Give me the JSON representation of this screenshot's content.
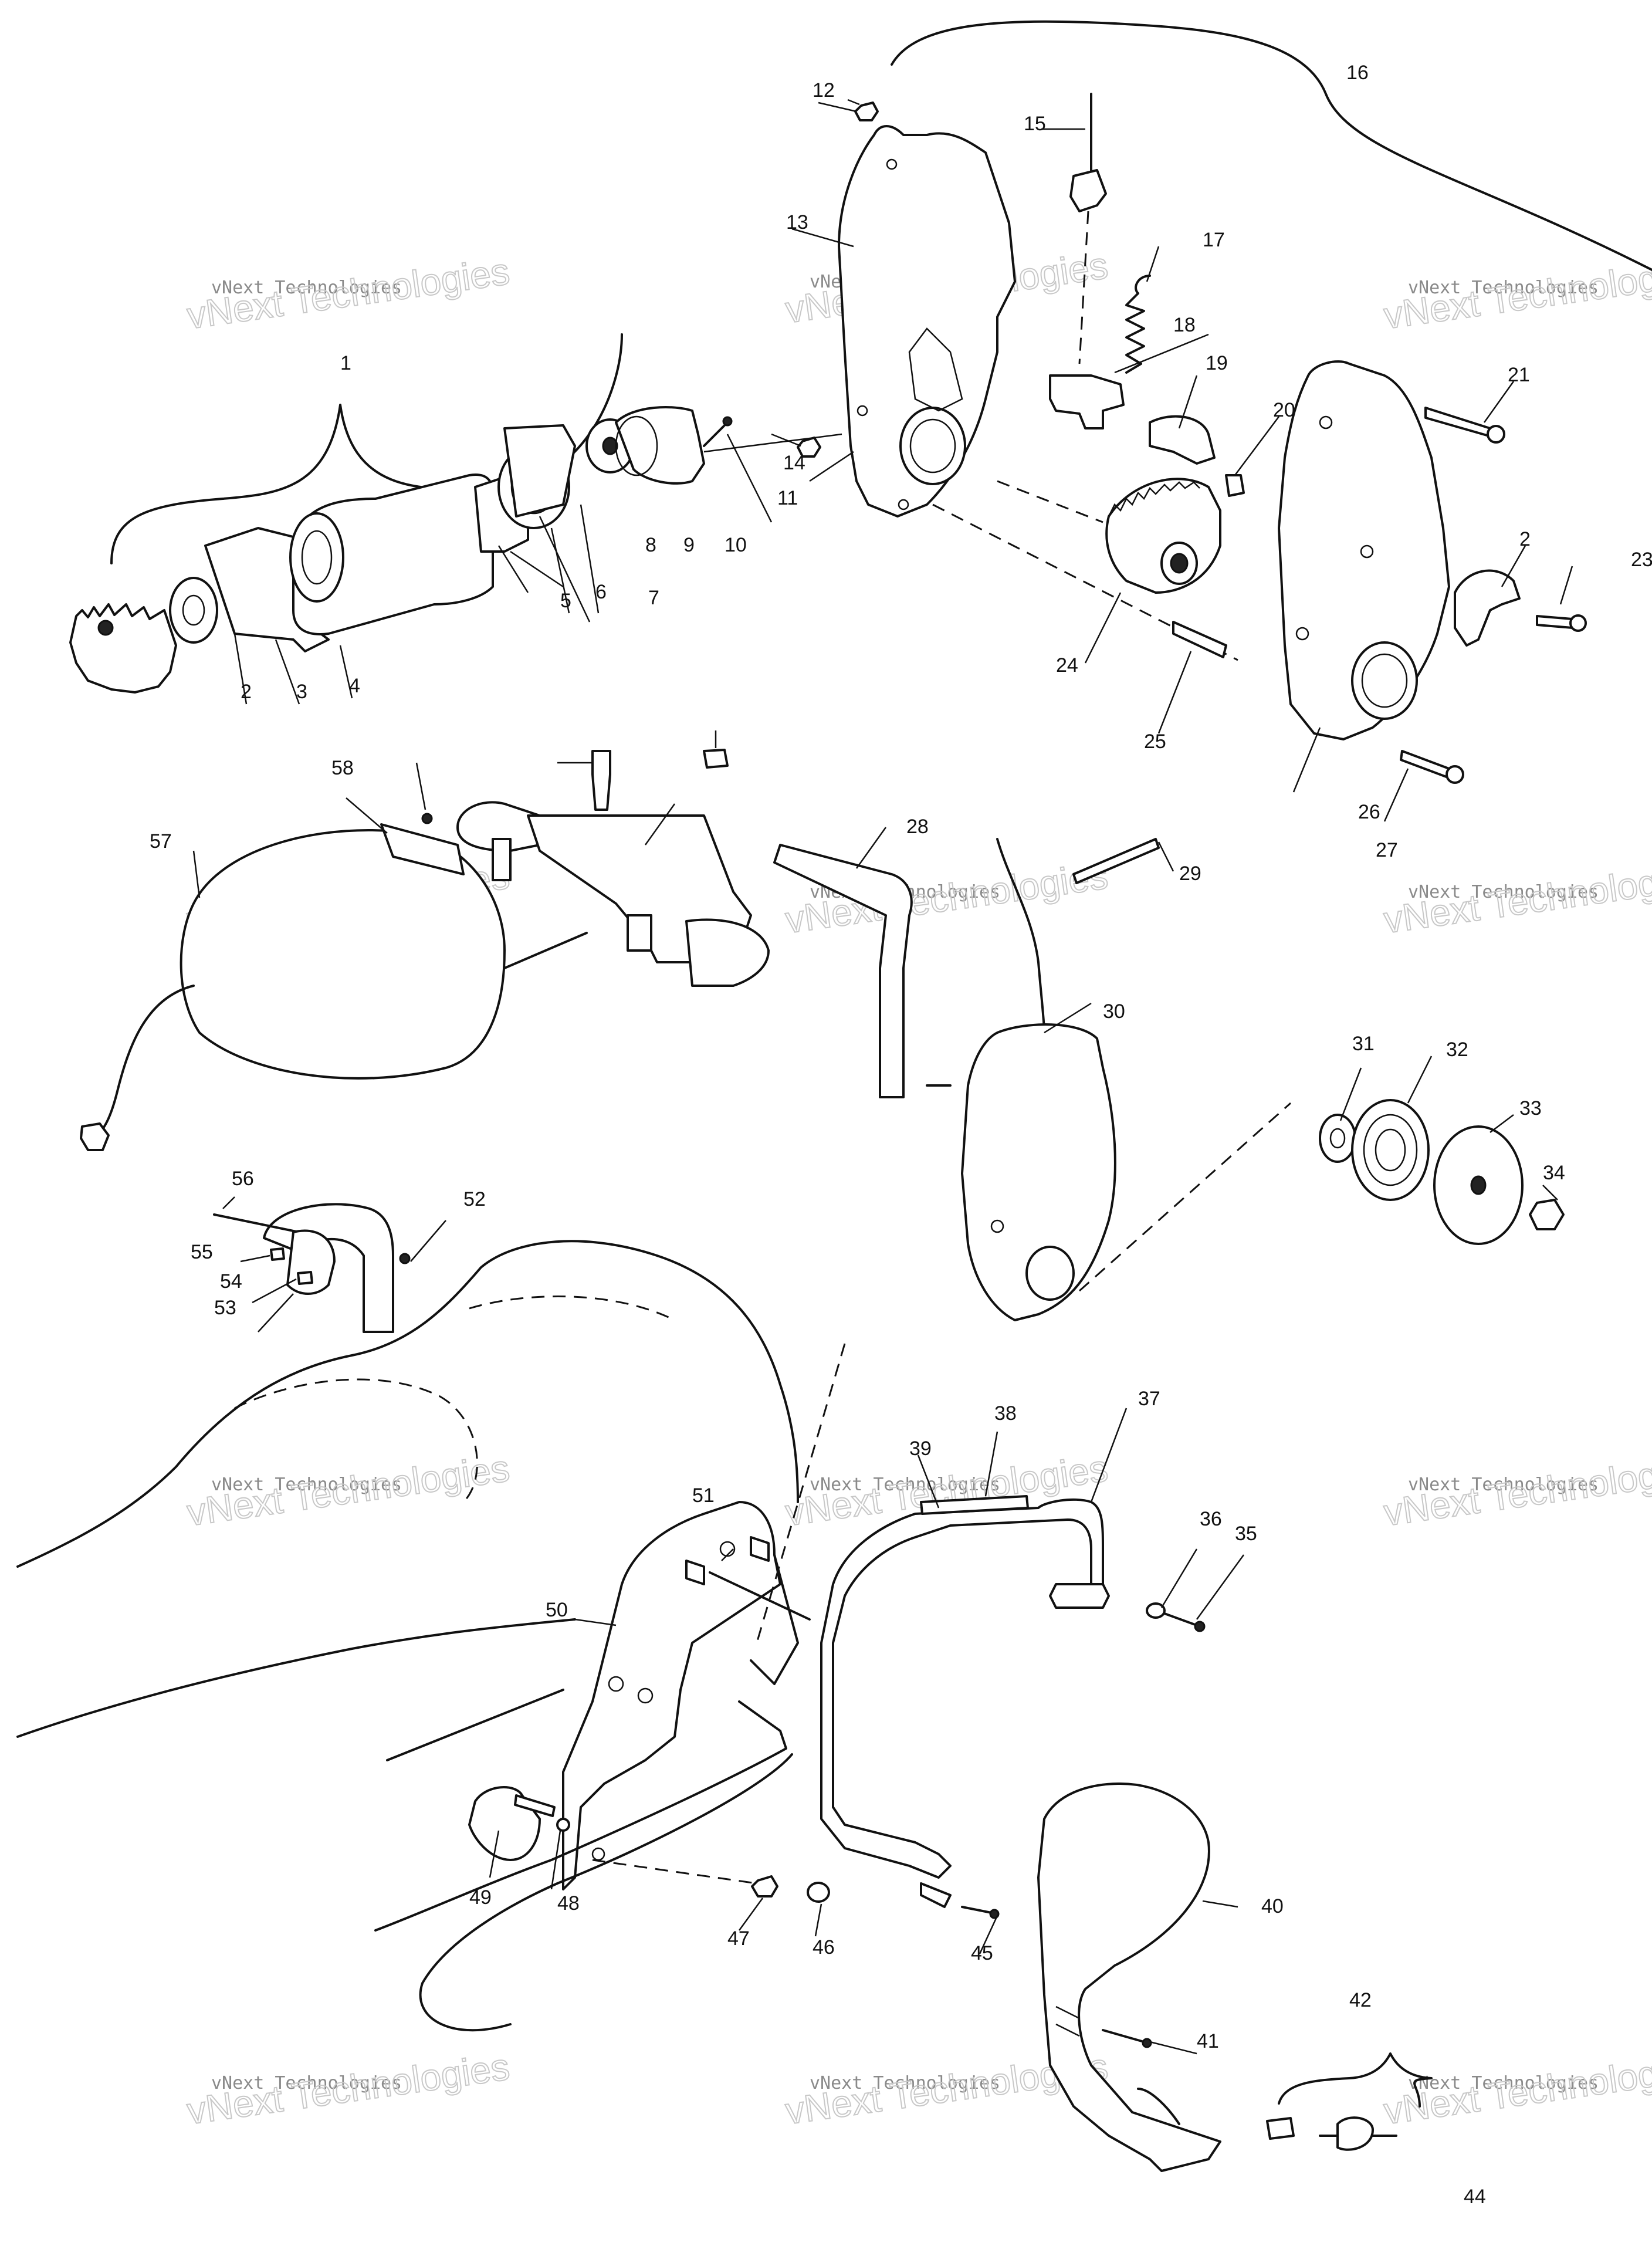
{
  "diagram": {
    "callouts": [
      "1",
      "2",
      "3",
      "4",
      "5",
      "6",
      "7",
      "8",
      "9",
      "10",
      "11",
      "12",
      "13",
      "14",
      "15",
      "16",
      "17",
      "18",
      "19",
      "20",
      "21",
      "2",
      "23",
      "24",
      "25",
      "26",
      "27",
      "28",
      "29",
      "30",
      "31",
      "32",
      "33",
      "34",
      "35",
      "36",
      "37",
      "38",
      "39",
      "40",
      "41",
      "42",
      "44",
      "45",
      "46",
      "47",
      "48",
      "49",
      "50",
      "51",
      "52",
      "53",
      "54",
      "55",
      "56",
      "57",
      "58"
    ],
    "watermark": {
      "line1": "vNext Technologies",
      "line2": "vNext Technologies"
    }
  }
}
